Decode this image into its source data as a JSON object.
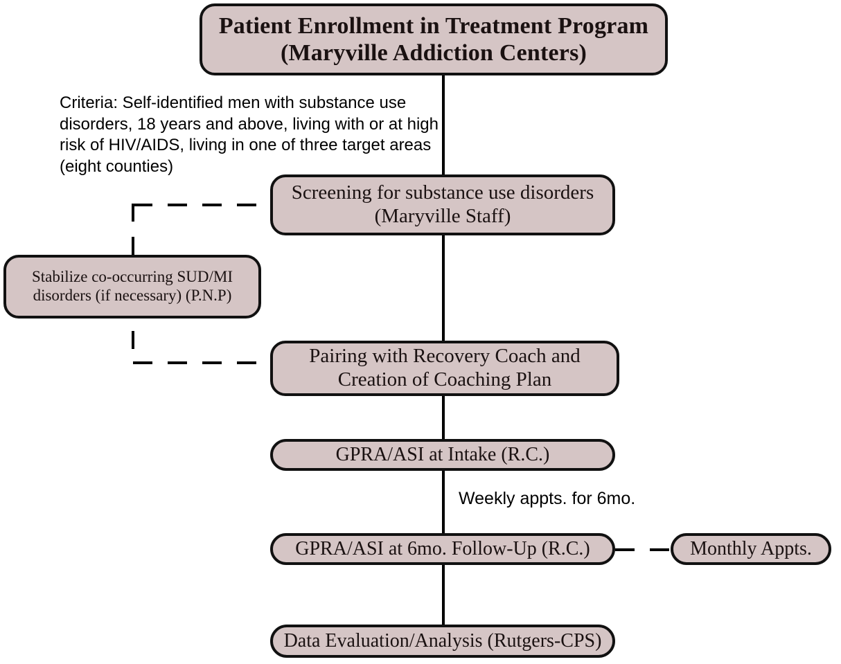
{
  "diagram": {
    "type": "flowchart",
    "title_node": {
      "name": "patient-enrollment-title",
      "lines": [
        "Patient Enrollment in Treatment Program",
        "(Maryville Addiction Centers)"
      ],
      "text": "Patient Enrollment in Treatment Program (Maryville Addiction Centers)"
    },
    "criteria_note": {
      "name": "criteria-note",
      "text": "Criteria: Self-identified men with substance use disorders, 18 years and above, living with or at high risk of HIV/AIDS, living in one of three target areas (eight counties)"
    },
    "nodes": [
      {
        "id": "screening",
        "lines": [
          "Screening for substance use disorders",
          "(Maryville Staff)"
        ],
        "text": "Screening for substance use disorders (Maryville Staff)"
      },
      {
        "id": "stabilize",
        "lines": [
          "Stabilize co-occurring SUD/MI",
          "disorders (if necessary) (P.N.P)"
        ],
        "text": "Stabilize co-occurring SUD/MI disorders (if necessary) (P.N.P)"
      },
      {
        "id": "pairing",
        "lines": [
          "Pairing with Recovery Coach and Cre-",
          "ation of Coaching Plan"
        ],
        "text": "Pairing with Recovery Coach and Creation of Coaching Plan"
      },
      {
        "id": "gpra-intake",
        "lines": [
          "GPRA/ASI at Intake (R.C.)"
        ],
        "text": "GPRA/ASI at Intake (R.C.)"
      },
      {
        "id": "gpra-followup",
        "lines": [
          "GPRA/ASI at 6mo. Follow-Up (R.C.)"
        ],
        "text": "GPRA/ASI at 6mo. Follow-Up (R.C.)"
      },
      {
        "id": "monthly-appts",
        "lines": [
          "Monthly Appts."
        ],
        "text": "Monthly Appts."
      },
      {
        "id": "data-evaluation",
        "lines": [
          "Data Evaluation/Analysis (Rutgers-CPS)"
        ],
        "text": "Data Evaluation/Analysis (Rutgers-CPS)"
      }
    ],
    "edge_labels": [
      {
        "id": "weekly-appts",
        "text": "Weekly appts. for 6mo."
      }
    ],
    "colors": {
      "node_fill": "#d5c5c5",
      "node_border": "#111111",
      "connector": "#000000",
      "text": "#1a1111",
      "background": "#ffffff"
    }
  }
}
